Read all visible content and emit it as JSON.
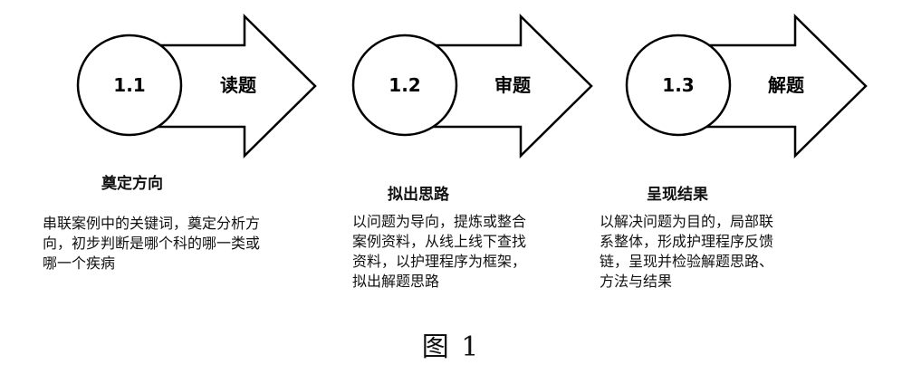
{
  "steps": [
    {
      "number": "1.1",
      "verb": "读题",
      "title": "奠定方向",
      "lines": [
        "串联案例中的关键词，奠定分析方",
        "向，初步判断是哪个科的哪一类或",
        "哪一个疾病"
      ]
    },
    {
      "number": "1.2",
      "verb": "审题",
      "title": "拟出思路",
      "lines": [
        "以问题为导向，提炼或整合",
        "案例资料，从线上线下查找",
        "资料，以护理程序为框架，",
        "拟出解题思路"
      ]
    },
    {
      "number": "1.3",
      "verb": "解题",
      "title": "呈现结果",
      "lines": [
        "以解决问题为目的，局部联",
        "系整体，形成护理程序反馈",
        "链，呈现并检验解题思路、",
        "方法与结果"
      ]
    }
  ],
  "caption": "图 1"
}
